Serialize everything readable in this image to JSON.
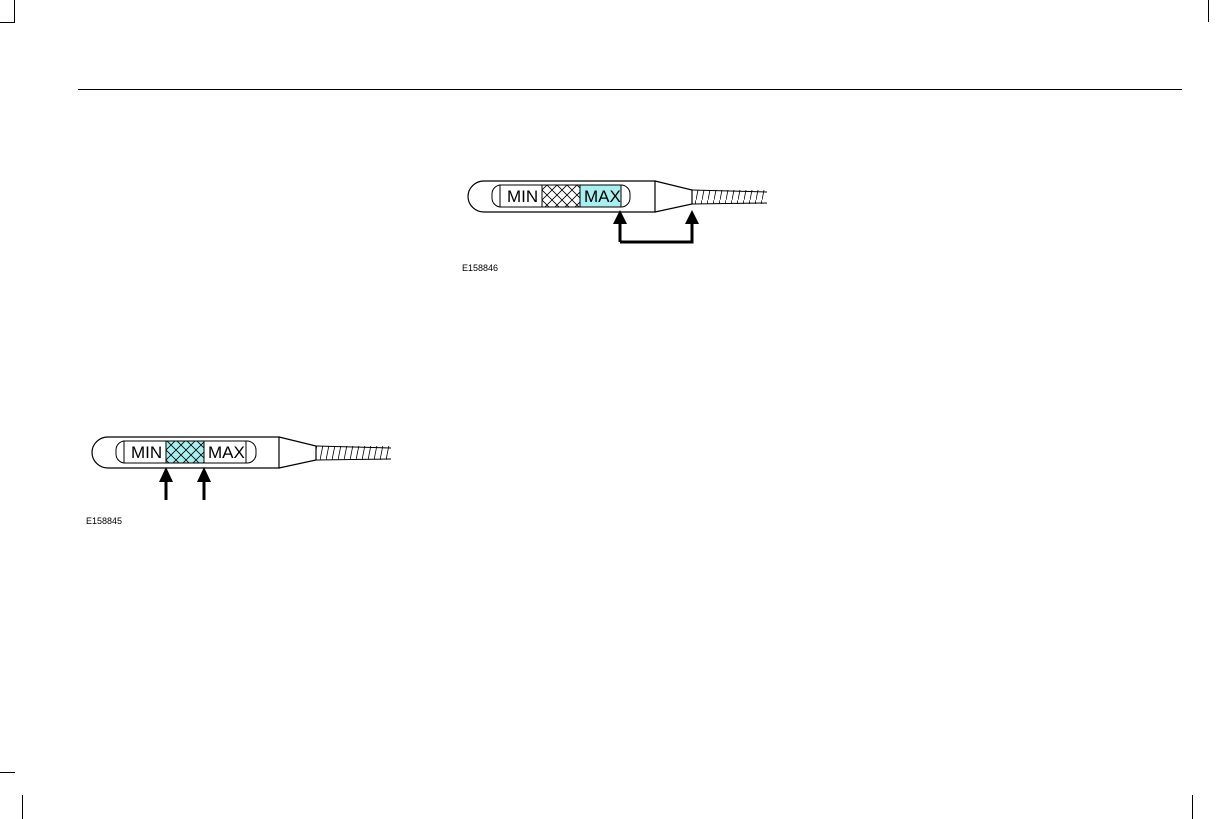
{
  "figures": [
    {
      "id": "E158846",
      "caption": "E158846",
      "dipstick": {
        "min_label": "MIN",
        "max_label": "MAX",
        "highlight": "max",
        "highlight_color": "#a8f0f0"
      },
      "indicator": "bracket-arrows"
    },
    {
      "id": "E158845",
      "caption": "E158845",
      "dipstick": {
        "min_label": "MIN",
        "max_label": "MAX",
        "highlight": "crosshatch",
        "highlight_color": "#a8f0f0"
      },
      "indicator": "two-up-arrows"
    }
  ]
}
